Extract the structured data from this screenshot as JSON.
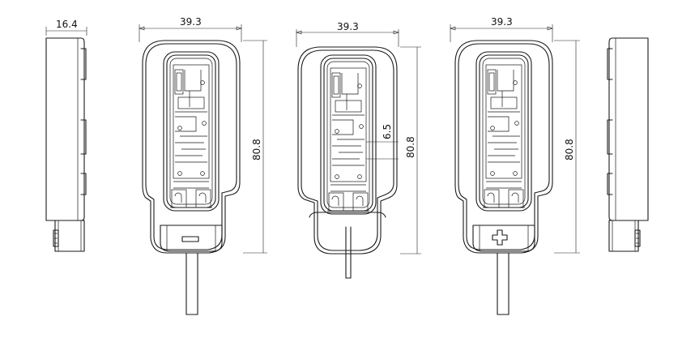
{
  "dimensions": {
    "side_thickness": "16.4",
    "width": "39.3",
    "height": "80.8",
    "inner_offset": "6.5"
  },
  "symbols": {
    "minus_mark": "minus-symbol",
    "plus_mark": "plus-symbol"
  }
}
